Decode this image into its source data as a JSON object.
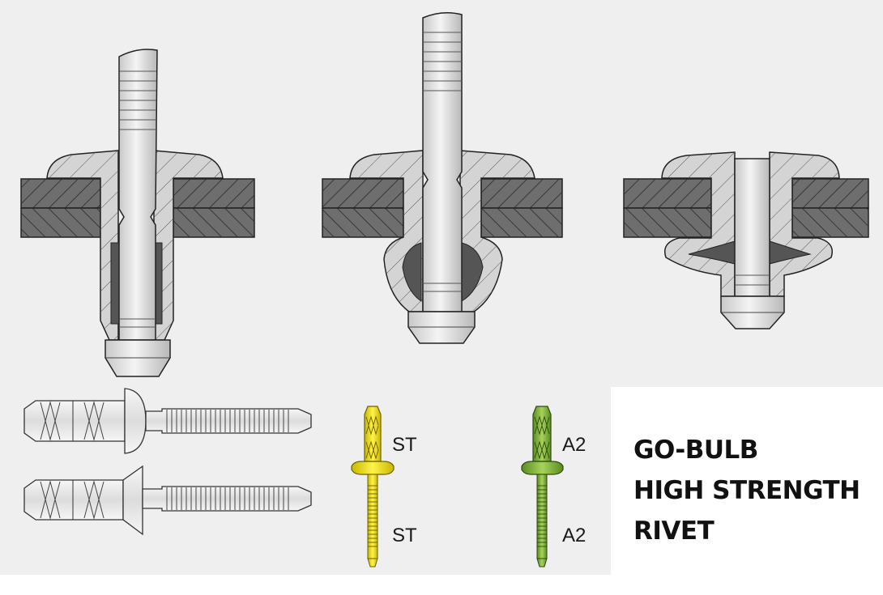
{
  "caption": {
    "line1": "GO-BULB",
    "line2": "HIGH STRENGTH",
    "line3": "RIVET"
  },
  "markings": {
    "steel_body": "ST",
    "steel_mandrel": "ST",
    "stainless_body": "A2",
    "stainless_mandrel": "A2"
  },
  "colors": {
    "background": "#efefef",
    "plate_fill": "#6e6e6e",
    "rivet_body_fill": "#d2d2d2",
    "mandrel_fill": "#dcdcdc",
    "cavity_fill": "#555555",
    "steel_rivet_color": "#f2e21a",
    "stainless_rivet_color": "#7fb23a"
  }
}
